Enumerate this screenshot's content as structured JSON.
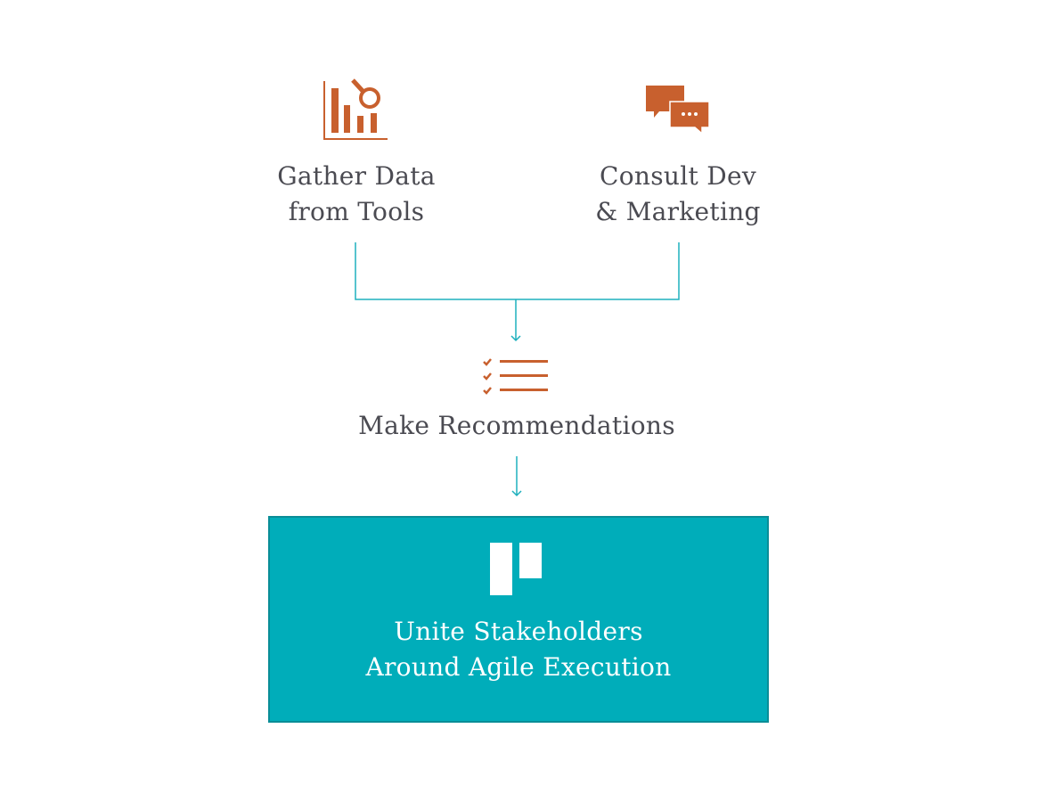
{
  "colors": {
    "accent": "#c8602e",
    "connector": "#1fb0bd",
    "box_fill": "#00adba",
    "text": "#4b4b52"
  },
  "nodes": {
    "gather": {
      "icon": "bar-chart-magnifier-icon",
      "label": "Gather Data\nfrom Tools"
    },
    "consult": {
      "icon": "chat-bubbles-icon",
      "label": "Consult Dev\n& Marketing"
    },
    "recommend": {
      "icon": "checklist-icon",
      "label": "Make Recommendations"
    },
    "unite": {
      "icon": "board-columns-icon",
      "label": "Unite Stakeholders\nAround Agile Execution"
    }
  }
}
